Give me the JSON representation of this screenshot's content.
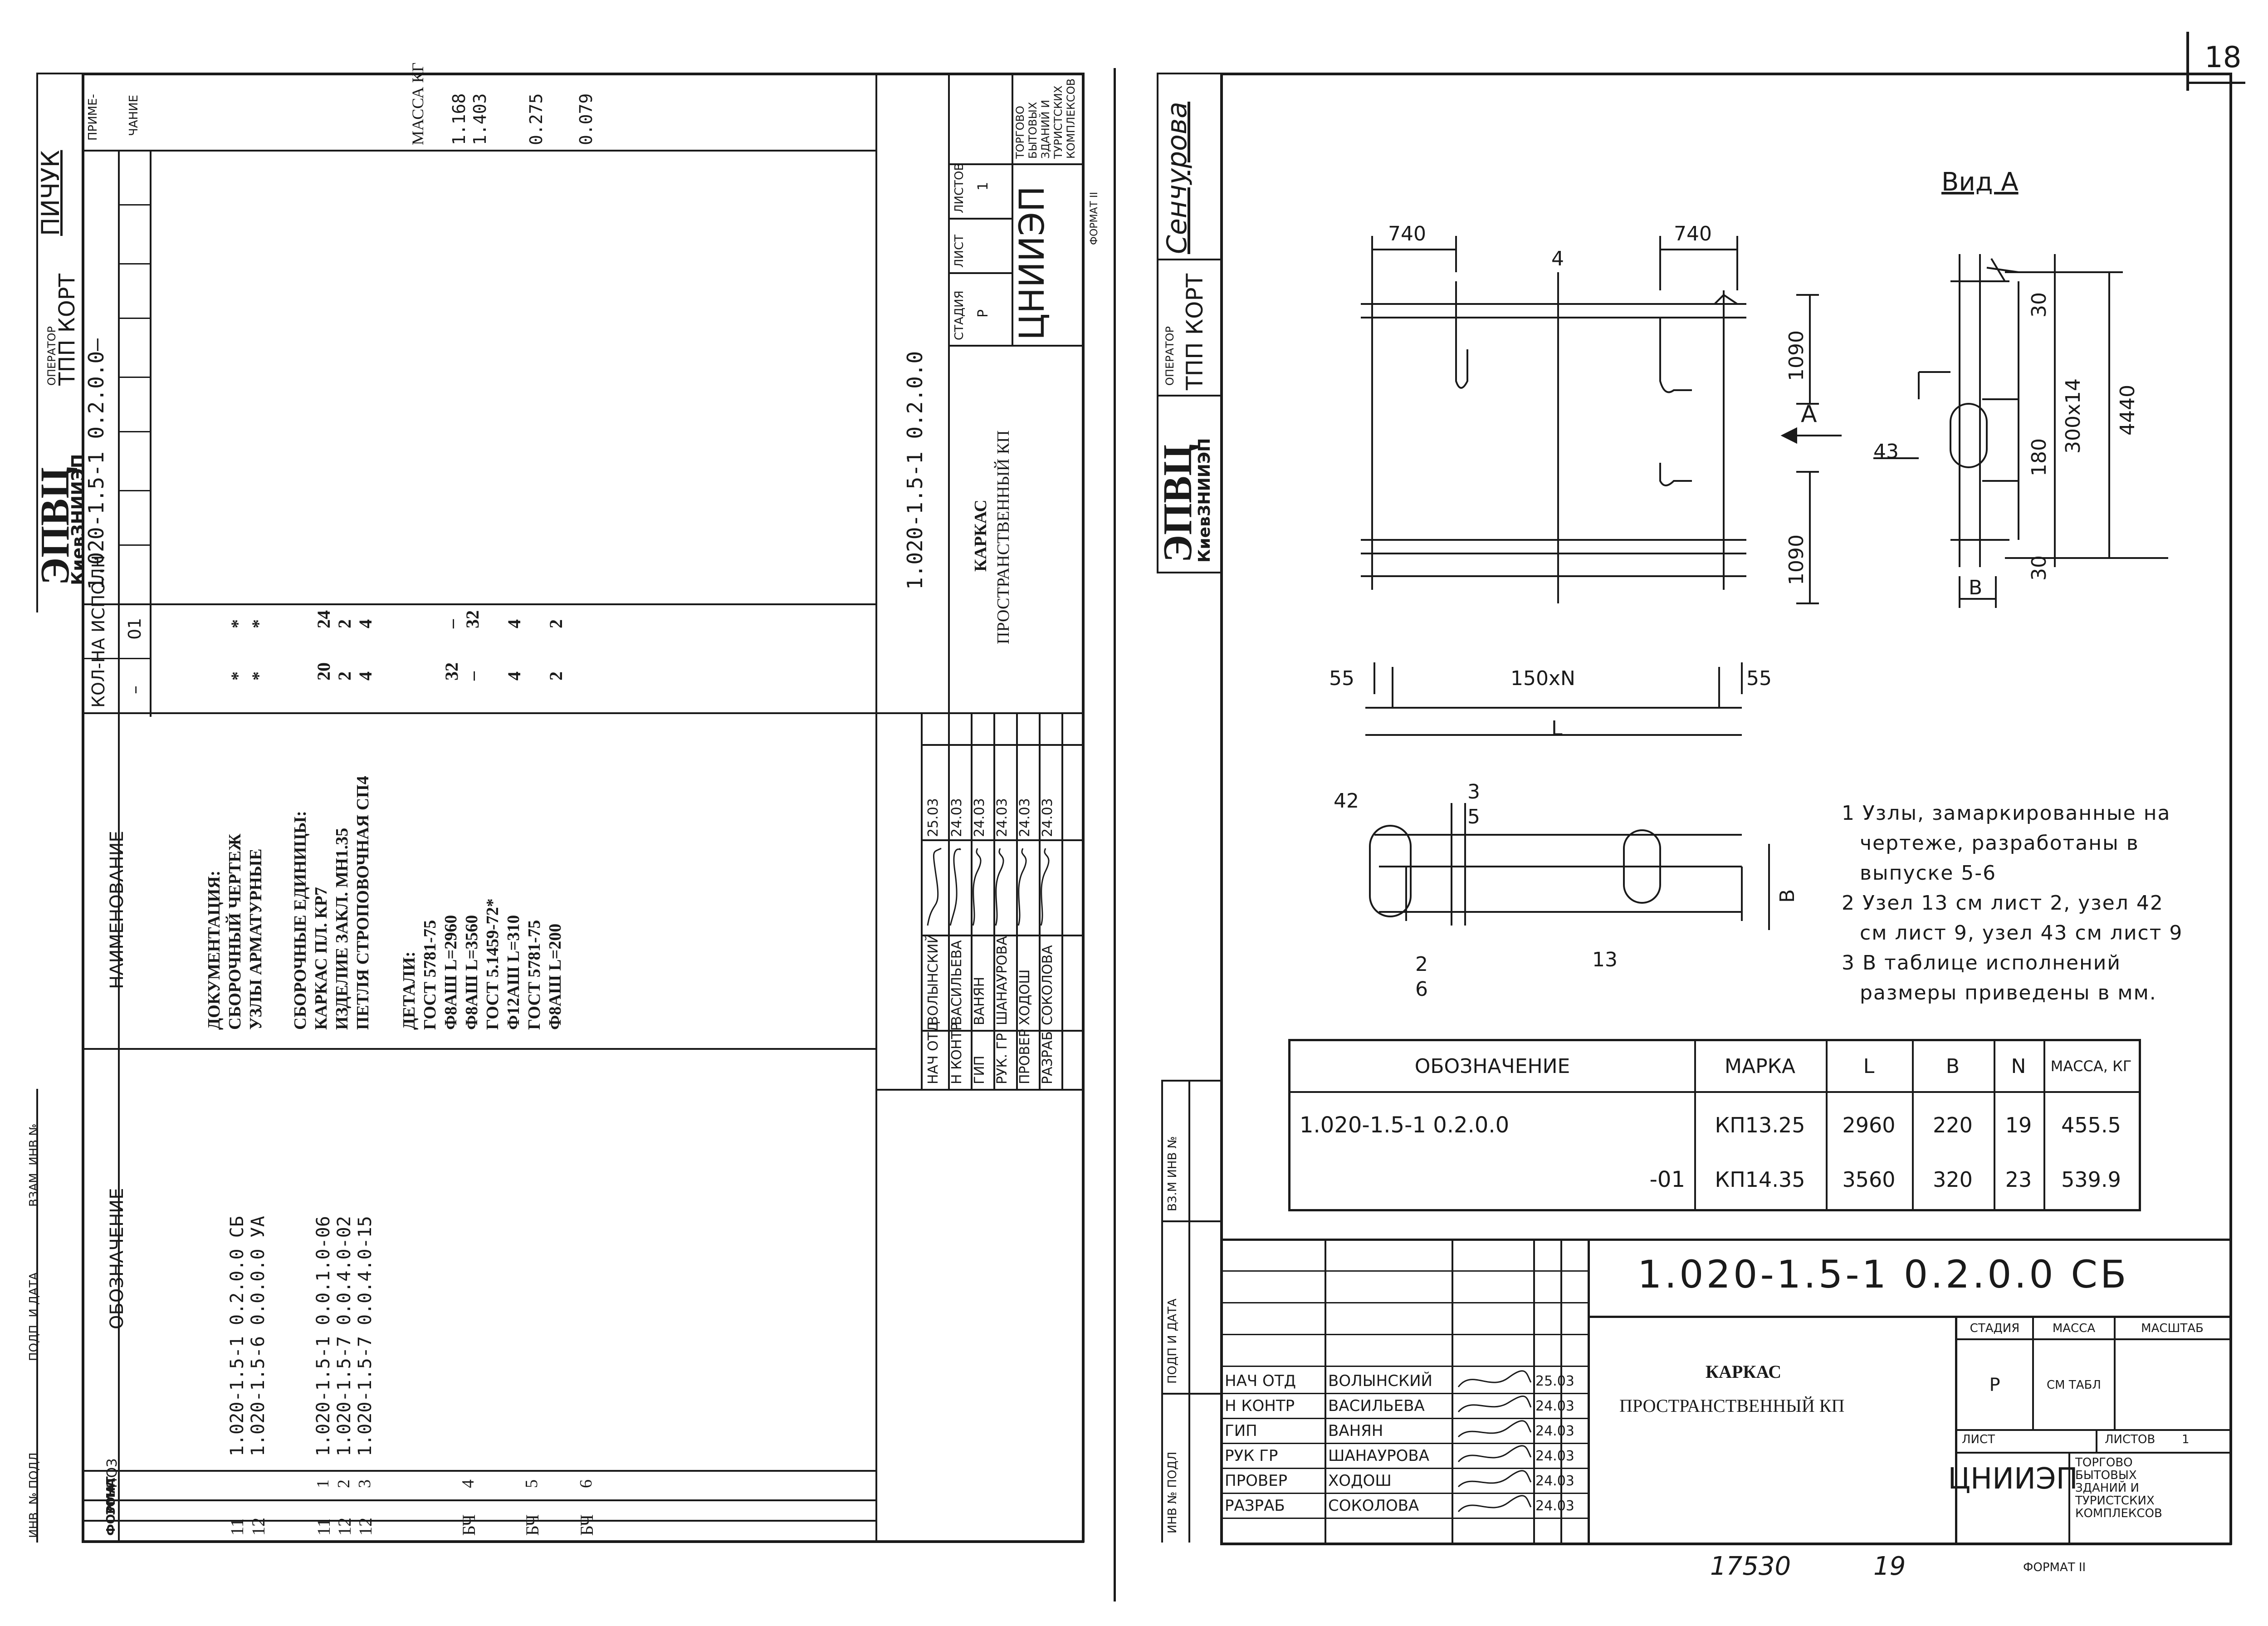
{
  "page_number": "18",
  "footer": {
    "number_left": "17530",
    "number_right": "19",
    "format_left": "ФОРМАТ II",
    "format_right": "ФОРМАТ II"
  },
  "left_sheet": {
    "stamp": {
      "org": "ЭПВЦ",
      "org_sub": "КиевЗНИИЭП",
      "operator": "ОПЕРАТОР",
      "operator_val": "ТПП КОРТ",
      "signature_name": "ПИЧУК"
    },
    "code_strip": "1.020-1.5-1  0.2.0.0–",
    "margin_labels": [
      "ИНВ. № ПОДЛ",
      "ПОДП. И ДАТА",
      "ВЗАМ. ИНВ №"
    ],
    "headers": {
      "format": "ФОРМАТ",
      "zone": "ЗОНА",
      "pos": "ПОЗ",
      "designation": "ОБОЗНАЧЕНИЕ",
      "name": "НАИМЕНОВАНИЕ",
      "qty_group": "КОЛ-НА ИСПОЛН",
      "qty_a": "–",
      "qty_b": "01",
      "note_group": "ПРИМЕ-",
      "note_group2": "ЧАНИЕ"
    },
    "rows": [
      {
        "format": "11",
        "pos": "",
        "designation": "1.020-1.5-1 0.2.0.0 СБ",
        "name": "ДОКУМЕНТАЦИЯ:",
        "q1": "",
        "q2": "",
        "note": ""
      },
      {
        "format": "12",
        "pos": "",
        "designation": "1.020-1.5-6 0.0.0.0 УА",
        "name": "СБОРОЧНЫЙ ЧЕРТЕЖ",
        "q1": "*",
        "q2": "*",
        "note": ""
      },
      {
        "format": "",
        "pos": "",
        "designation": "",
        "name": "УЗЛЫ АРМАТУРНЫЕ",
        "q1": "*",
        "q2": "*",
        "note": ""
      },
      {
        "format": "",
        "pos": "",
        "designation": "",
        "name": "",
        "q1": "",
        "q2": "",
        "note": ""
      },
      {
        "format": "",
        "pos": "",
        "designation": "",
        "name": "СБОРОЧНЫЕ ЕДИНИЦЫ:",
        "q1": "",
        "q2": "",
        "note": "МАССА КГ"
      },
      {
        "format": "11",
        "pos": "1",
        "designation": "1.020-1.5-1 0.0.1.0-06",
        "name": "КАРКАС ПЛ. КР7",
        "q1": "20",
        "q2": "24",
        "note": "1.168"
      },
      {
        "format": "12",
        "pos": "2",
        "designation": "1.020-1.5-7 0.0.4.0-02",
        "name": "ИЗДЕЛИЕ ЗАКЛ. МН1.35",
        "q1": "2",
        "q2": "2",
        "note": "1.403"
      },
      {
        "format": "12",
        "pos": "3",
        "designation": "1.020-1.5-7 0.0.4.0-15",
        "name": "ПЕТЛЯ СТРОПОВОЧНАЯ СП4",
        "q1": "4",
        "q2": "4",
        "note": ""
      },
      {
        "format": "",
        "pos": "",
        "designation": "",
        "name": "",
        "q1": "",
        "q2": "",
        "note": ""
      },
      {
        "format": "",
        "pos": "",
        "designation": "",
        "name": "ДЕТАЛИ:",
        "q1": "",
        "q2": "",
        "note": ""
      },
      {
        "format": "БЧ",
        "pos": "4",
        "designation": "",
        "name": "ГОСТ 5781-75",
        "q1": "",
        "q2": "",
        "note": ""
      },
      {
        "format": "",
        "pos": "",
        "designation": "",
        "name": "Ф8АШ L=2960",
        "q1": "32",
        "q2": "–",
        "note": ""
      },
      {
        "format": "",
        "pos": "",
        "designation": "",
        "name": "Ф8АШ L=3560",
        "q1": "–",
        "q2": "32",
        "note": ""
      },
      {
        "format": "БЧ",
        "pos": "5",
        "designation": "",
        "name": "ГОСТ 5.1459-72*",
        "q1": "",
        "q2": "",
        "note": "0.275"
      },
      {
        "format": "",
        "pos": "",
        "designation": "",
        "name": "Ф12АШ L=310",
        "q1": "4",
        "q2": "4",
        "note": ""
      },
      {
        "format": "БЧ",
        "pos": "6",
        "designation": "",
        "name": "ГОСТ 5781-75",
        "q1": "",
        "q2": "",
        "note": "0.079"
      },
      {
        "format": "",
        "pos": "",
        "designation": "",
        "name": "Ф8АШ L=200",
        "q1": "2",
        "q2": "2",
        "note": ""
      }
    ],
    "signatures": [
      {
        "role": "НАЧ ОТД",
        "name": "ВОЛЫНСКИЙ",
        "date": "25.03"
      },
      {
        "role": "Н КОНТР",
        "name": "ВАСИЛЬЕВА",
        "date": "24.03"
      },
      {
        "role": "ГИП",
        "name": "ВАНЯН",
        "date": "24.03"
      },
      {
        "role": "РУК. ГР",
        "name": "ШАНАУРОВА",
        "date": "24.03"
      },
      {
        "role": "ПРОВЕР",
        "name": "ХОДОШ",
        "date": "24.03"
      },
      {
        "role": "РАЗРАБ",
        "name": "СОКОЛОВА",
        "date": "24.03"
      }
    ],
    "title_code": "1.020-1.5-1 0.2.0.0",
    "title_line1": "КАРКАС",
    "title_line2": "ПРОСТРАНСТВЕННЫЙ КП",
    "stage": "СТАДИЯ",
    "stage_val": "Р",
    "sheet": "ЛИСТ",
    "sheets": "ЛИСТОВ",
    "sheets_val": "1",
    "org_name": "ЦНИИЭП",
    "org_desc": "ТОРГОВО БЫТОВЫХ ЗДАНИЙ И ТУРИСТСКИХ КОМПЛЕКСОВ"
  },
  "right_sheet": {
    "stamp": {
      "org": "ЭПВЦ",
      "org_sub": "КиевЗНИИЭП",
      "operator": "ОПЕРАТОР",
      "operator_val": "ТПП КОРТ",
      "signature_name": "Сенчурова"
    },
    "margin_labels": [
      "ИНВ № ПОДЛ",
      "ПОДП И ДАТА",
      "ВЗ.М ИНВ №"
    ],
    "drawing": {
      "dim_740_l": "740",
      "dim_740_r": "740",
      "dim_1090_a": "1090",
      "dim_1090_b": "1090",
      "pos_4": "4",
      "view_arrow": "А",
      "view_title": "Вид А",
      "dim_30_a": "30",
      "dim_300x14": "300x14",
      "dim_4440": "4440",
      "dim_180": "180",
      "dim_30_b": "30",
      "pos_43": "43",
      "dim_b": "В",
      "dim_55_l": "55",
      "dim_150xN": "150xN",
      "dim_55_r": "55",
      "dim_L": "L",
      "pos_42": "42",
      "pos_3": "3",
      "pos_5": "5",
      "pos_2": "2",
      "pos_6": "6",
      "pos_13": "13",
      "dim_b2": "В"
    },
    "notes": [
      "1 Узлы, замаркированные на",
      "чертеже, разработаны в",
      "выпуске 5-6",
      "2 Узел 13 см лист 2, узел 42",
      "см лист 9, узел 43 см лист 9",
      "3 В таблице исполнений",
      "размеры приведены в мм."
    ],
    "table": {
      "headers": [
        "ОБОЗНАЧЕНИЕ",
        "МАРКА",
        "L",
        "В",
        "N",
        "МАССА, КГ"
      ],
      "rows": [
        [
          "1.020-1.5-1 0.2.0.0",
          "КП13.25",
          "2960",
          "220",
          "19",
          "455.5"
        ],
        [
          "-01",
          "КП14.35",
          "3560",
          "320",
          "23",
          "539.9"
        ]
      ]
    },
    "title_code": "1.020-1.5-1 0.2.0.0 СБ",
    "title_line1": "КАРКАС",
    "title_line2": "ПРОСТРАНСТВЕННЫЙ КП",
    "stage": "СТАДИЯ",
    "mass": "МАССА",
    "scale": "МАСШТАБ",
    "stage_val": "Р",
    "mass_val": "СМ ТАБЛ",
    "sheet": "ЛИСТ",
    "sheets": "ЛИСТОВ",
    "sheets_val": "1",
    "org_name": "ЦНИИЭП",
    "org_desc": [
      "ТОРГОВО",
      "БЫТОВЫХ",
      "ЗДАНИЙ И",
      "ТУРИСТСКИХ",
      "КОМПЛЕКСОВ"
    ],
    "signatures": [
      {
        "role": "НАЧ ОТД",
        "name": "ВОЛЫНСКИЙ",
        "date": "25.03"
      },
      {
        "role": "Н КОНТР",
        "name": "ВАСИЛЬЕВА",
        "date": "24.03"
      },
      {
        "role": "ГИП",
        "name": "ВАНЯН",
        "date": "24.03"
      },
      {
        "role": "РУК ГР",
        "name": "ШАНАУРОВА",
        "date": "24.03"
      },
      {
        "role": "ПРОВЕР",
        "name": "ХОДОШ",
        "date": "24.03"
      },
      {
        "role": "РАЗРАБ",
        "name": "СОКОЛОВА",
        "date": "24.03"
      }
    ]
  }
}
